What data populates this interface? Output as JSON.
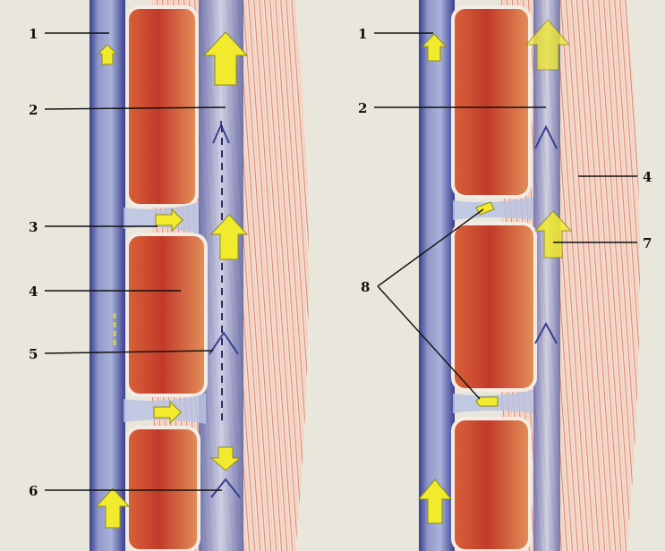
{
  "colors": {
    "background": "#e9e6dc",
    "superficial_vein": "#8f98c8",
    "vein_edge": "#3a3f8f",
    "muscle_red": "#c4452e",
    "muscle_orange": "#e08a55",
    "muscle_fiber": "#c9463a",
    "deep_vein": "#b9c3e2",
    "arrow_yellow": "#f2ea2c",
    "arrow_outline": "#8a8a20"
  },
  "left_panel": {
    "labels": [
      "1",
      "2",
      "3",
      "4",
      "5",
      "6"
    ]
  },
  "right_panel": {
    "labels": [
      "1",
      "2",
      "4",
      "7",
      "8"
    ]
  }
}
